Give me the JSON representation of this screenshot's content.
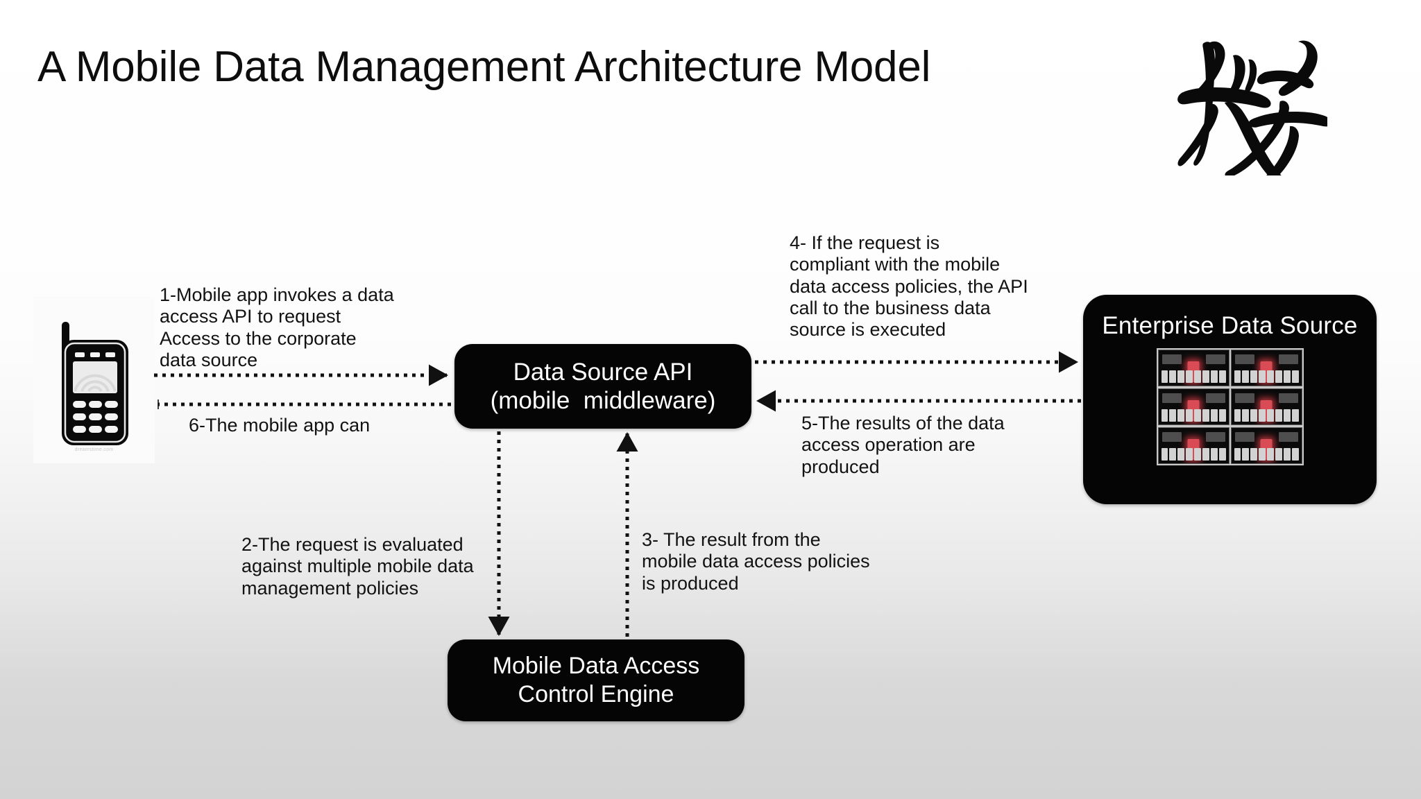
{
  "slide": {
    "title": "A Mobile Data Management Architecture Model",
    "logo_icon": "chinese-calligraphy-logo",
    "background_top_color": "#ffffff",
    "background_bottom_color": "#d3d3d3"
  },
  "nodes": {
    "mobile_device": {
      "icon": "mobile-phone-icon",
      "watermark": "dreamstime.com"
    },
    "data_source_api": {
      "line1": "Data Source API",
      "line2": "(mobile  middleware)",
      "fill_color": "#050505",
      "text_color": "#ffffff"
    },
    "mobile_access_control_engine": {
      "line1": "Mobile Data Access",
      "line2": "Control Engine",
      "fill_color": "#050505",
      "text_color": "#ffffff"
    },
    "enterprise_data_source": {
      "title": "Enterprise Data Source",
      "icon": "server-rack-icon",
      "rack_count": 6,
      "led_color": "#d94b55",
      "fill_color": "#050505",
      "text_color": "#ffffff"
    }
  },
  "steps": [
    {
      "id": "1",
      "text": "1-Mobile app invokes a data\naccess API to request\nAccess to the corporate\ndata source",
      "from": "mobile_device",
      "to": "data_source_api",
      "direction": "right",
      "arrowhead": true
    },
    {
      "id": "2",
      "text": "2-The request is evaluated\nagainst multiple mobile data\nmanagement policies",
      "from": "data_source_api",
      "to": "mobile_access_control_engine",
      "direction": "down",
      "arrowhead": true
    },
    {
      "id": "3",
      "text": "3- The result from the\nmobile data access policies\nis produced",
      "from": "mobile_access_control_engine",
      "to": "data_source_api",
      "direction": "up",
      "arrowhead": true
    },
    {
      "id": "4",
      "text": "4- If the request is\ncompliant with the mobile\ndata access policies, the API\ncall to the business data\nsource is executed",
      "from": "data_source_api",
      "to": "enterprise_data_source",
      "direction": "right",
      "arrowhead": true
    },
    {
      "id": "5",
      "text": "5-The results of the data\naccess operation are\nproduced",
      "from": "enterprise_data_source",
      "to": "data_source_api",
      "direction": "left",
      "arrowhead": true
    },
    {
      "id": "6",
      "text": "6-The mobile app can",
      "from": "data_source_api",
      "to": "mobile_device",
      "direction": "left",
      "arrowhead": false
    }
  ]
}
